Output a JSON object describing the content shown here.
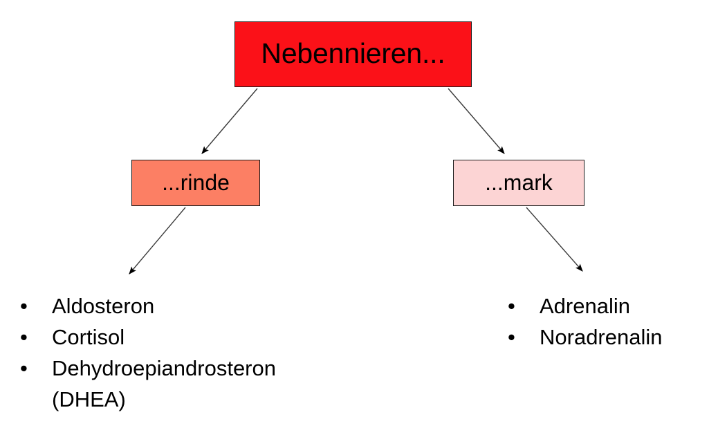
{
  "diagram": {
    "title": "Nebennieren Hormone Diagramm",
    "background_color": "#ffffff",
    "edge_color": "#3a3a3a",
    "nodes": {
      "root": {
        "label": "Nebennieren...",
        "fill": "#fb1118",
        "border": "#1a1a1a"
      },
      "cortex": {
        "label": "...rinde",
        "fill": "#fc7f64",
        "border": "#1a1a1a"
      },
      "medulla": {
        "label": "...mark",
        "fill": "#fcd4d4",
        "border": "#1a1a1a"
      }
    },
    "lists": {
      "cortex_hormones": {
        "bullet": "•",
        "items": [
          "Aldosteron",
          "Cortisol",
          "Dehydroepiandrosteron\n(DHEA)"
        ]
      },
      "medulla_hormones": {
        "bullet": "•",
        "items": [
          "Adrenalin",
          "Noradrenalin"
        ]
      }
    },
    "edges": [
      {
        "name": "root-to-cortex",
        "from": "root",
        "to": "cortex"
      },
      {
        "name": "root-to-medulla",
        "from": "root",
        "to": "medulla"
      },
      {
        "name": "cortex-to-hormones",
        "from": "cortex",
        "to": "cortex_hormones"
      },
      {
        "name": "medulla-to-hormones",
        "from": "medulla",
        "to": "medulla_hormones"
      }
    ]
  }
}
